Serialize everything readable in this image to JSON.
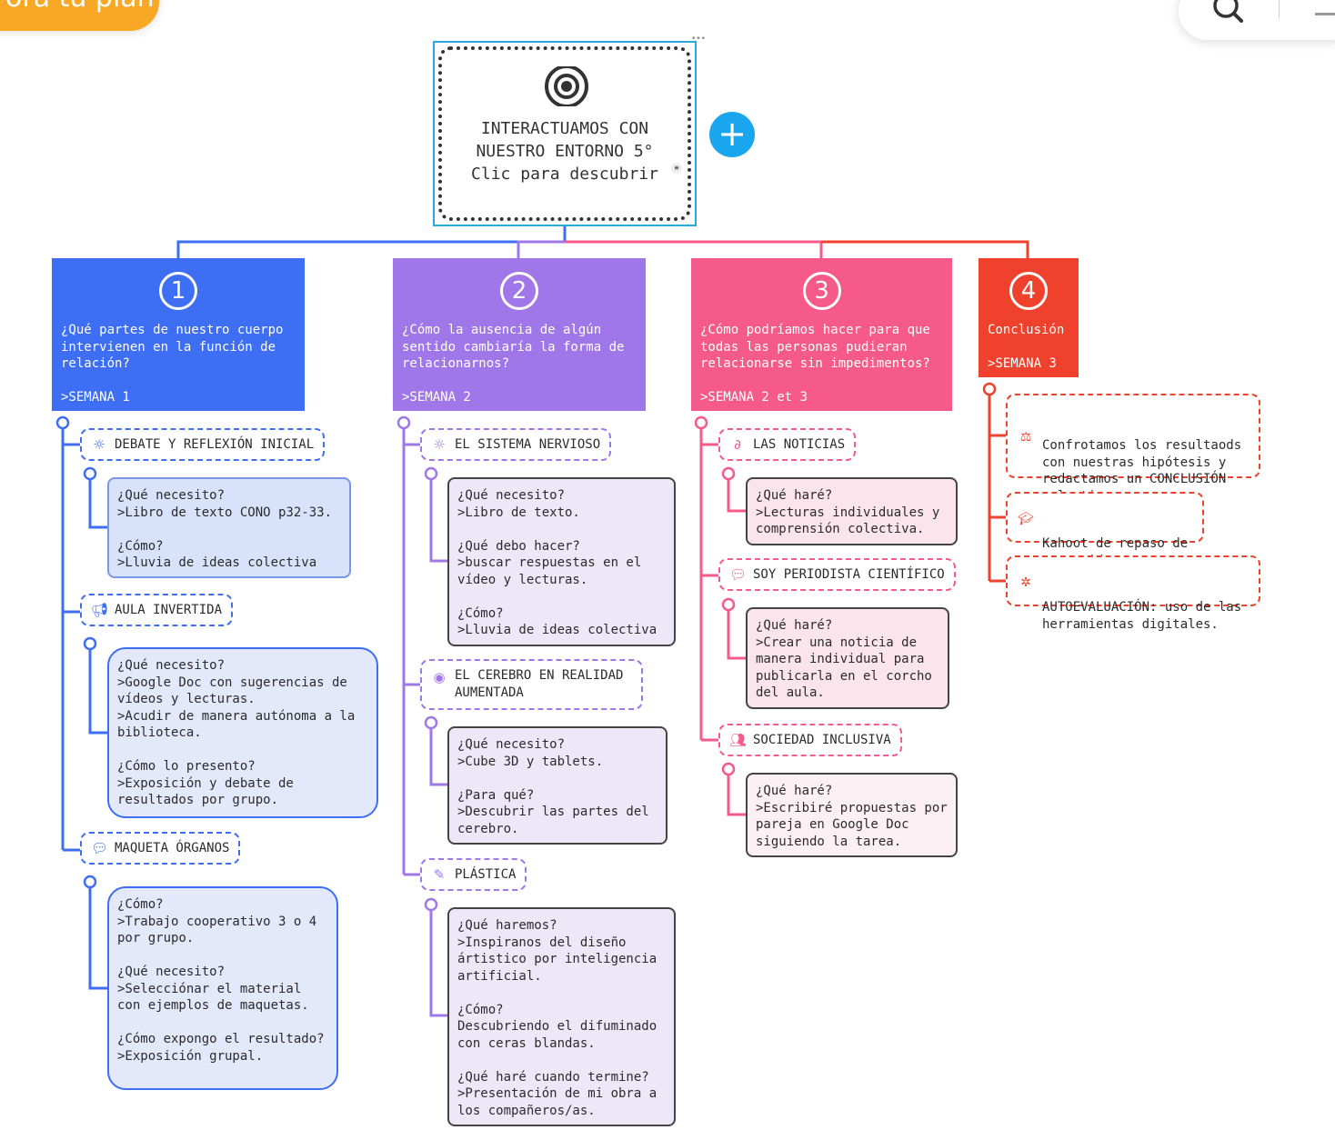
{
  "top": {
    "plan_button": "ora tu plan"
  },
  "root": {
    "title": "INTERACTUAMOS CON NUESTRO ENTORNO 5°",
    "subtitle": "Clic para descubrir",
    "icon": "eye-icon"
  },
  "columns": [
    {
      "number": "1",
      "question": "¿Qué partes de nuestro cuerpo intervienen en la función de relación?",
      "week": ">SEMANA 1",
      "color": "#3d6ef4",
      "topics": [
        {
          "label": "DEBATE Y REFLEXIÓN INICIAL",
          "icon": "lightbulb-icon",
          "detail": "¿Qué necesito?\n>Libro de texto CONO p32-33.\n\n¿Cómo?\n>Lluvia de ideas colectiva"
        },
        {
          "label": "AULA INVERTIDA",
          "icon": "megaphone-icon",
          "detail": "¿Qué necesito?\n>Google Doc con sugerencias de vídeos y lecturas.\n>Acudir de manera autónoma a la biblioteca.\n\n¿Cómo lo presento?\n>Exposición y debate  de resultados por grupo."
        },
        {
          "label": "MAQUETA ÓRGANOS",
          "icon": "chat-bubbles-icon",
          "detail": "¿Cómo?\n>Trabajo cooperativo 3 o 4 por grupo.\n\n¿Qué necesito?\n>Selecciónar el material\n con ejemplos de maquetas.\n\n¿Cómo expongo el resultado?\n>Exposición grupal."
        }
      ]
    },
    {
      "number": "2",
      "question": "¿Cómo la ausencia de algún sentido cambiaría la forma de relacionarnos?",
      "week": ">SEMANA 2",
      "color": "#a077e8",
      "topics": [
        {
          "label": "EL SISTEMA NERVIOSO",
          "icon": "lightbulb-icon",
          "detail": "¿Qué necesito?\n>Libro de texto.\n\n¿Qué debo hacer?\n>buscar respuestas en el vídeo y lecturas.\n\n¿Cómo?\n>Lluvia de ideas colectiva"
        },
        {
          "label": "EL CEREBRO EN REALIDAD AUMENTADA",
          "icon": "eye-icon",
          "detail": "¿Qué necesito?\n>Cube 3D y tablets.\n\n¿Para qué?\n>Descubrir las partes del cerebro."
        },
        {
          "label": "PLÁSTICA",
          "icon": "pencil-icon",
          "detail": "¿Qué haremos?\n>Inspiranos del diseño ártistico por inteligencia artificial.\n\n¿Cómo?\nDescubriendo el difuminado con ceras blandas.\n\n¿Qué haré cuando termine?\n>Presentación de mi obra a los compañeros/as."
        }
      ]
    },
    {
      "number": "3",
      "question": "¿Cómo podríamos hacer para que todas las personas pudieran relacionarse sin impedimentos?",
      "week": ">SEMANA 2 et 3",
      "color": "#f55a8a",
      "topics": [
        {
          "label": "LAS NOTICIAS",
          "icon": "paperclip-icon",
          "detail": "¿Qué haré?\n>Lecturas individuales y comprensión colectiva."
        },
        {
          "label": "SOY PERIODISTA CIENTÍFICO",
          "icon": "chat-bubbles-icon",
          "detail": "¿Qué haré?\n>Crear una noticia de manera individual para publicarla en el corcho del aula."
        },
        {
          "label": "SOCIEDAD INCLUSIVA",
          "icon": "people-icon",
          "detail": "¿Qué haré?\n>Escribiré propuestas por pareja en Google Doc siguiendo la tarea."
        }
      ]
    },
    {
      "number": "4",
      "question": "Conclusión",
      "week": ">SEMANA 3",
      "color": "#f0412c",
      "notes": [
        {
          "text": "Confrotamos los resultaods con nuestras hipótesis y redactamos un CONCLUSIÓN colectiva.",
          "icon": "scale-icon"
        },
        {
          "text": "Kahoot de repaso de contenidos.",
          "icon": "graduation-cap-icon"
        },
        {
          "text": "AUTOEVALUACIÓN: uso de las herramientas digitales.",
          "icon": "group-icon"
        }
      ]
    }
  ]
}
